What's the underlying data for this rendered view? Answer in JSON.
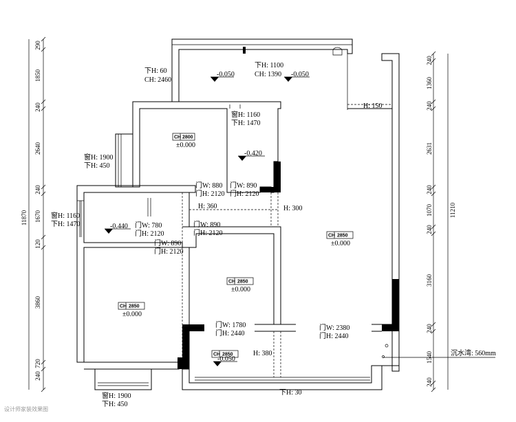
{
  "left_dims": {
    "values": [
      "290",
      "1850",
      "240",
      "2640",
      "240",
      "1670",
      "120",
      "3860",
      "240",
      "720"
    ],
    "total": "11870"
  },
  "right_dims": {
    "values": [
      "240",
      "1360",
      "240",
      "2631",
      "240",
      "1070",
      "240",
      "3160",
      "240",
      "1540",
      "240"
    ],
    "total": "11210"
  },
  "ceiling_label": "CH",
  "ceiling_values": [
    "2800",
    "2850",
    "2850",
    "2850",
    "2850"
  ],
  "floor_zero": "±0.000",
  "levels": {
    "balcony_top_a": "-0.050",
    "balcony_top_b": "-0.050",
    "bath_top": "-0.420",
    "bath_left": "-0.440",
    "entry": "-0.050"
  },
  "annotations": {
    "top_xia_h": "下H: 60",
    "top_ch": "CH: 2460",
    "top_xia_h2": "下H: 1100",
    "top_ch2": "CH: 1390",
    "win_top_h": "窗H: 1160",
    "win_top_xia": "下H: 1470",
    "win_left_h": "窗H: 1900",
    "win_left_xia": "下H: 450",
    "win_mid_h": "窗H: 1160",
    "win_mid_xia": "下H: 1470",
    "door_a_w": "门W: 880",
    "door_a_h": "门H: 2120",
    "door_b_w": "门W: 890",
    "door_b_h": "门H: 2120",
    "h360": "H: 360",
    "h300": "H: 300",
    "h150": "H: 150",
    "door_c_w": "门W: 780",
    "door_c_h": "门H: 2120",
    "door_d_w": "门W: 890",
    "door_d_h": "门H: 2120",
    "door_e_w": "门W: 890",
    "door_e_h": "门H: 2120",
    "door_f_w": "门W: 1780",
    "door_f_h": "门H: 2440",
    "door_g_w": "门W: 2380",
    "door_g_h": "门H: 2440",
    "h380": "H: 380",
    "win_bot_h": "窗H: 1900",
    "win_bot_xia": "下H: 450",
    "bot_xia": "下H: 30",
    "water_drop": "沉水湾: 560mm"
  },
  "watermark": "设计师家装效果图"
}
